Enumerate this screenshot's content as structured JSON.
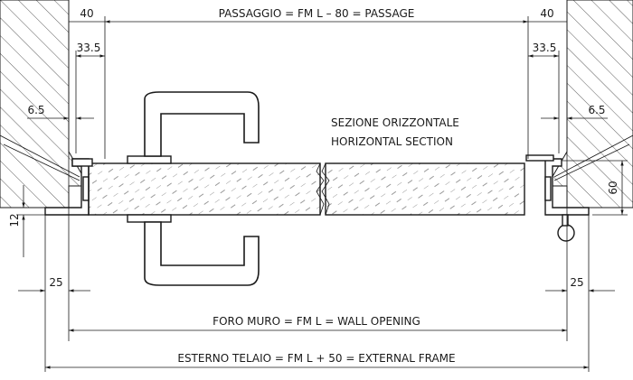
{
  "labels": {
    "passage": "PASSAGGIO = FM L – 80 = PASSAGE",
    "section_it": "SEZIONE ORIZZONTALE",
    "section_en": "HORIZONTAL SECTION",
    "wall_opening": "FORO MURO = FM L = WALL OPENING",
    "external_frame": "ESTERNO TELAIO = FM L + 50 = EXTERNAL FRAME"
  },
  "dimensions": {
    "left_top": "40",
    "right_top": "40",
    "left_inner": "33.5",
    "right_inner": "33.5",
    "left_small": "6.5",
    "right_small": "6.5",
    "right_vertical": "60",
    "left_vertical": "12",
    "left_bottom": "25",
    "right_bottom": "25"
  }
}
